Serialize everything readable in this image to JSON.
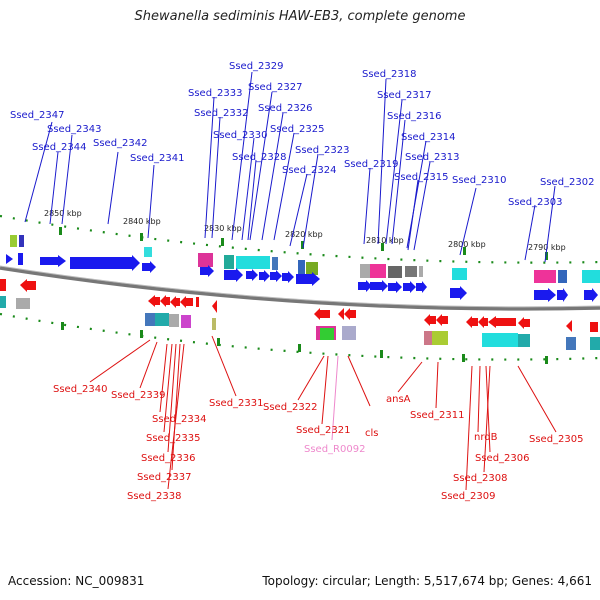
{
  "title": "Shewanella sediminis HAW-EB3, complete genome",
  "footer": {
    "accession": "Accession: NC_009831",
    "topology": "Topology: circular; Length: 5,517,674 bp; Genes: 4,661"
  },
  "colors": {
    "plus_strand": "#0000ee",
    "minus_strand": "#ee0000",
    "rna": "#ee88cc",
    "backbone": "#777777",
    "ticks": "#118811"
  },
  "scale_labels": [
    "2850 kbp",
    "2840 kbp",
    "2830 kbp",
    "2820 kbp",
    "2810 kbp",
    "2800 kbp",
    "2790 kbp"
  ],
  "top_labels": [
    "Ssed_2347",
    "Ssed_2343",
    "Ssed_2344",
    "Ssed_2342",
    "Ssed_2341",
    "Ssed_2333",
    "Ssed_2329",
    "Ssed_2332",
    "Ssed_2327",
    "Ssed_2330",
    "Ssed_2326",
    "Ssed_2328",
    "Ssed_2325",
    "Ssed_2323",
    "Ssed_2324",
    "Ssed_2318",
    "Ssed_2317",
    "Ssed_2316",
    "Ssed_2314",
    "Ssed_2319",
    "Ssed_2313",
    "Ssed_2315",
    "Ssed_2310",
    "Ssed_2302",
    "Ssed_2303"
  ],
  "bottom_labels": [
    "Ssed_2340",
    "Ssed_2339",
    "Ssed_2334",
    "Ssed_2335",
    "Ssed_2336",
    "Ssed_2337",
    "Ssed_2338",
    "Ssed_2331",
    "Ssed_2322",
    "Ssed_2321",
    "Ssed_R0092",
    "cls",
    "ansA",
    "Ssed_2311",
    "nrdB",
    "Ssed_2306",
    "Ssed_2308",
    "Ssed_2309",
    "Ssed_2305"
  ]
}
